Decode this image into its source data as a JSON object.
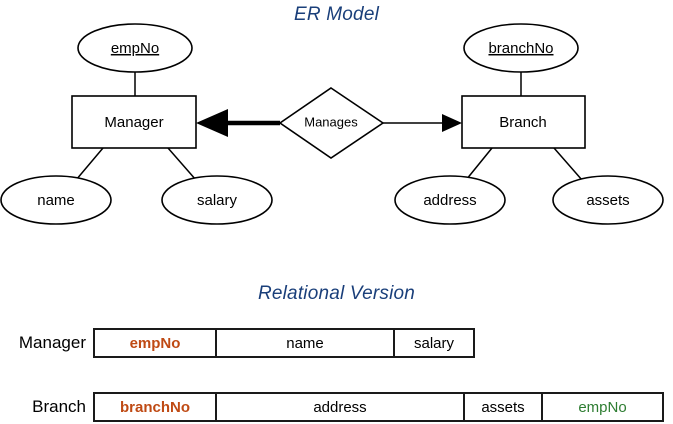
{
  "titles": {
    "er": "ER Model",
    "relational": "Relational Version",
    "color": "#1a3f7a"
  },
  "er_model": {
    "entities": [
      {
        "name": "Manager",
        "label": "Manager"
      },
      {
        "name": "Branch",
        "label": "Branch"
      }
    ],
    "relationship": {
      "name": "Manages",
      "label": "Manages"
    },
    "attributes": {
      "manager_key": "empNo",
      "manager_name": "name",
      "manager_salary": "salary",
      "branch_key": "branchNo",
      "branch_address": "address",
      "branch_assets": "assets"
    },
    "edges": {
      "to_manager": "thick-arrow",
      "to_branch": "thin-arrow"
    }
  },
  "relational": {
    "tables": [
      {
        "name": "Manager",
        "columns": [
          {
            "label": "empNo",
            "role": "pk"
          },
          {
            "label": "name",
            "role": "plain"
          },
          {
            "label": "salary",
            "role": "plain"
          }
        ]
      },
      {
        "name": "Branch",
        "columns": [
          {
            "label": "branchNo",
            "role": "pk"
          },
          {
            "label": "address",
            "role": "plain"
          },
          {
            "label": "assets",
            "role": "plain"
          },
          {
            "label": "empNo",
            "role": "fk"
          }
        ]
      }
    ],
    "colors": {
      "primary_key": "#bf4a14",
      "foreign_key": "#2e7d32",
      "plain": "#000000"
    }
  }
}
